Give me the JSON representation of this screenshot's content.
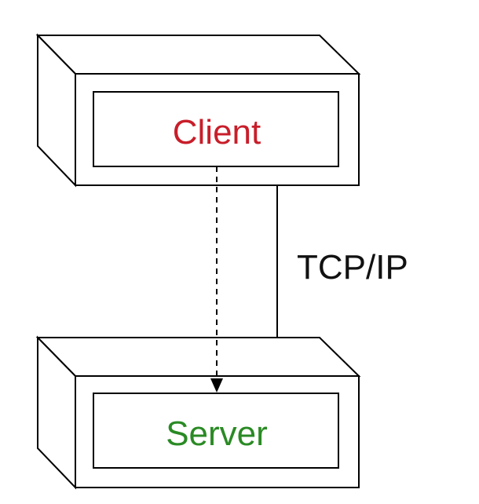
{
  "nodes": {
    "client": {
      "label": "Client",
      "color": "#c81e2a"
    },
    "server": {
      "label": "Server",
      "color": "#2a8a24"
    }
  },
  "edges": {
    "connection": {
      "label": "TCP/IP",
      "color": "#111111"
    }
  }
}
